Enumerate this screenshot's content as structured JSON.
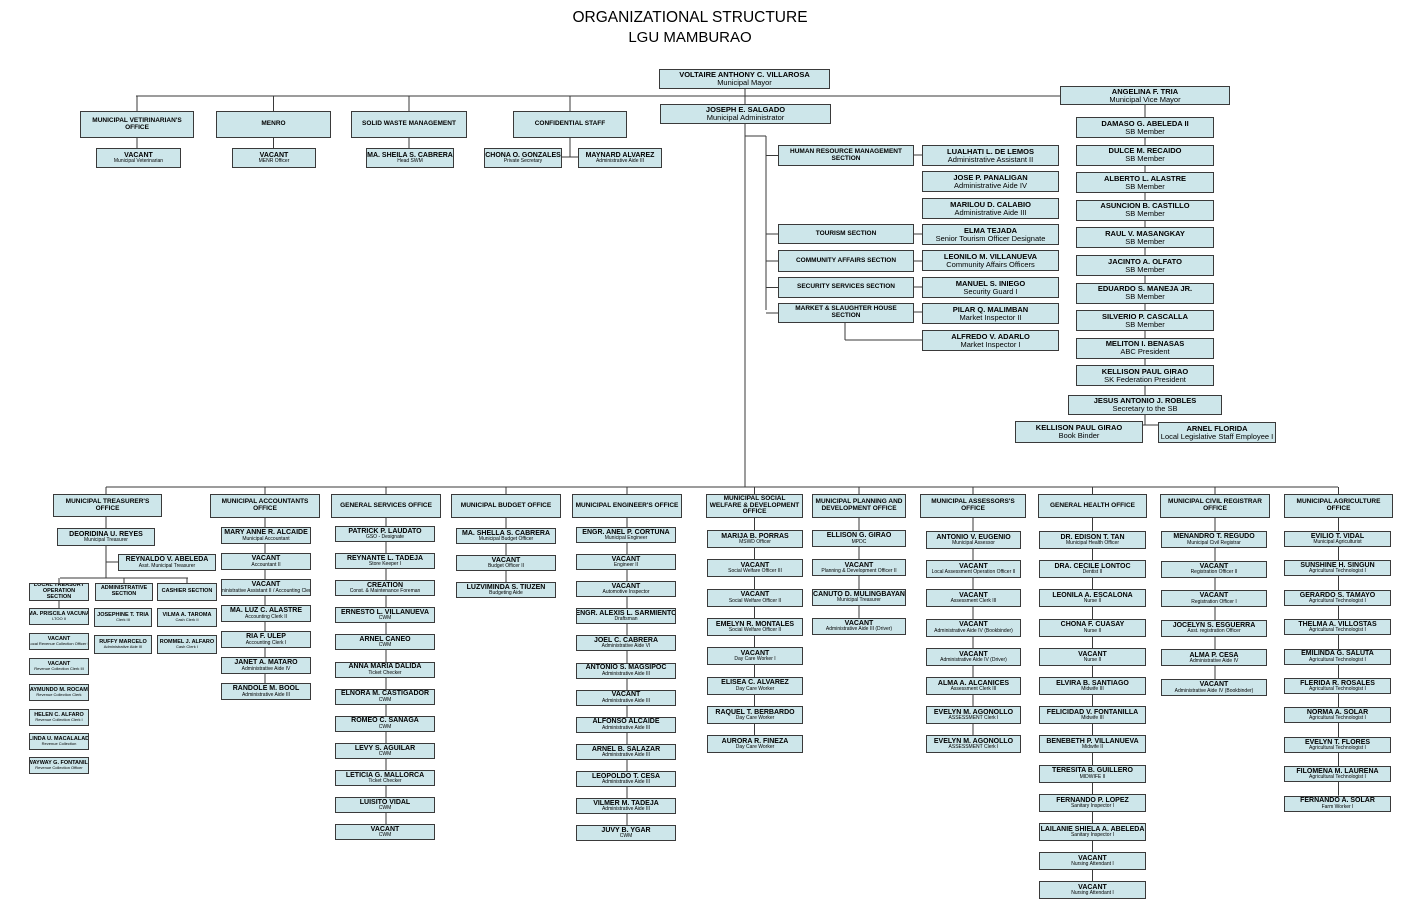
{
  "header": {
    "title": "ORGANIZATIONAL STRUCTURE",
    "subtitle": "LGU MAMBURAO"
  },
  "top": {
    "mayor": {
      "name": "VOLTAIRE ANTHONY C. VILLAROSA",
      "position": "Municipal Mayor"
    },
    "vice_mayor": {
      "name": "ANGELINA F. TRIA",
      "position": "Municipal Vice Mayor"
    },
    "administrator": {
      "name": "JOSEPH E. SALGADO",
      "position": "Municipal Administrator"
    }
  },
  "upper_offices": [
    {
      "name": "MUNICIPAL VETIRINARIAN'S OFFICE",
      "staff": [
        {
          "name": "VACANT",
          "position": "Municipal Veterinarian"
        }
      ]
    },
    {
      "name": "MENRO",
      "staff": [
        {
          "name": "VACANT",
          "position": "MENR Officer"
        }
      ]
    },
    {
      "name": "SOLID WASTE MANAGEMENT",
      "staff": [
        {
          "name": "MA. SHEILA S. CABRERA",
          "position": "Head SWM"
        }
      ]
    },
    {
      "name": "CONFIDENTIAL STAFF",
      "staff": [
        {
          "name": "CHONA O. GONZALES",
          "position": "Private Secretary"
        },
        {
          "name": "MAYNARD ALVAREZ",
          "position": "Administrative Aide III"
        }
      ]
    }
  ],
  "admin_sections": [
    {
      "name": "HUMAN RESOURCE MANAGEMENT SECTION"
    },
    {
      "name": "TOURISM SECTION"
    },
    {
      "name": "COMMUNITY AFFAIRS SECTION"
    },
    {
      "name": "SECURITY SERVICES SECTION"
    },
    {
      "name": "MARKET & SLAUGHTER HOUSE SECTION"
    }
  ],
  "admin_staff": [
    {
      "name": "LUALHATI L. DE LEMOS",
      "position": "Administrative Assistant II"
    },
    {
      "name": "JOSE P. PANALIGAN",
      "position": "Administrative Aide IV"
    },
    {
      "name": "MARILOU D. CALABIO",
      "position": "Administrative Aide III"
    },
    {
      "name": "ELMA TEJADA",
      "position": "Senior Tourism Officer Designate"
    },
    {
      "name": "LEONILO M. VILLANUEVA",
      "position": "Community Affairs Officers"
    },
    {
      "name": "MANUEL S. INIEGO",
      "position": "Security Guard I"
    },
    {
      "name": "PILAR Q. MALIMBAN",
      "position": "Market Inspector II"
    },
    {
      "name": "ALFREDO V. ADARLO",
      "position": "Market Inspector I"
    }
  ],
  "sb_members": [
    {
      "name": "DAMASO G. ABELEDA II",
      "position": "SB Member"
    },
    {
      "name": "DULCE M. RECAIDO",
      "position": "SB Member"
    },
    {
      "name": "ALBERTO L. ALASTRE",
      "position": "SB Member"
    },
    {
      "name": "ASUNCION B. CASTILLO",
      "position": "SB Member"
    },
    {
      "name": "RAUL V. MASANGKAY",
      "position": "SB Member"
    },
    {
      "name": "JACINTO A. OLFATO",
      "position": "SB Member"
    },
    {
      "name": "EDUARDO S. MANEJA JR.",
      "position": "SB Member"
    },
    {
      "name": "SILVERIO P. CASCALLA",
      "position": "SB Member"
    },
    {
      "name": "MELITON I. BENASAS",
      "position": "ABC President"
    },
    {
      "name": "KELLISON PAUL GIRAO",
      "position": "SK Federation President"
    }
  ],
  "sb_secretary": {
    "name": "JESUS ANTONIO J. ROBLES",
    "position": "Secretary to the SB"
  },
  "sb_staff": [
    {
      "name": "KELLISON PAUL GIRAO",
      "position": "Book Binder"
    },
    {
      "name": "ARNEL FLORIDA",
      "position": "Local Legislative Staff Employee I"
    }
  ],
  "treasurer": {
    "office": "MUNICIPAL TREASURER'S OFFICE",
    "head": {
      "name": "DEORIDINA U. REYES",
      "position": "Municipal Treasurer"
    },
    "assistant": {
      "name": "REYNALDO V. ABELEDA",
      "position": "Asst. Municipal Treasurer"
    },
    "sections": [
      "LOCAL TREASURY OPERATION SECTION",
      "ADMINISTRATIVE SECTION",
      "CASHIER SECTION"
    ],
    "local_staff": [
      {
        "name": "MA. PRISCILA VACUNA",
        "position": "LTOO II"
      },
      {
        "name": "VACANT",
        "position": "Local Revenue Collection Officer II"
      },
      {
        "name": "VACANT",
        "position": "Revenue Collection Clerk III"
      },
      {
        "name": "RAYMUNDO M. ROCAMO",
        "position": "Revenue Collection Clerk"
      },
      {
        "name": "HELEN C. ALFARO",
        "position": "Revenue Collection Clerk I"
      },
      {
        "name": "LINDA U. MACALALAD",
        "position": "Revenue Collection"
      },
      {
        "name": "LIWAYWAY G. FONTANILLA",
        "position": "Revenue Collection Officer"
      }
    ],
    "admin_staff": [
      {
        "name": "JOSEPHINE T. TRIA",
        "position": "Clerk III"
      },
      {
        "name": "RUFFY MARCELO",
        "position": "Administrative Aide III"
      }
    ],
    "cashier_staff": [
      {
        "name": "VILMA A. TAROMA",
        "position": "Cash Clerk II"
      },
      {
        "name": "ROMMEL J. ALFARO",
        "position": "Cash Clerk I"
      }
    ]
  },
  "offices": [
    {
      "name": "MUNICIPAL ACCOUNTANTS OFFICE",
      "staff": [
        {
          "name": "MARY ANNE R. ALCAIDE",
          "position": "Municipal Accountant"
        },
        {
          "name": "VACANT",
          "position": "Accountant II"
        },
        {
          "name": "VACANT",
          "position": "Administrative Assistant II / Accounting Clerk II"
        },
        {
          "name": "MA. LUZ C. ALASTRE",
          "position": "Accounting Clerk II"
        },
        {
          "name": "RIA F. ULEP",
          "position": "Accounting Clerk I"
        },
        {
          "name": "JANET A. MATARO",
          "position": "Administrative Aide IV"
        },
        {
          "name": "RANDOLE M. BOOL",
          "position": "Administrative Aide III"
        }
      ]
    },
    {
      "name": "GENERAL SERVICES OFFICE",
      "staff": [
        {
          "name": "PATRICK P. LAUDATO",
          "position": "GSO - Designate"
        },
        {
          "name": "REYNANTE L. TADEJA",
          "position": "Store Keeper I"
        },
        {
          "name": "CREATION",
          "position": "Const. & Maintenance Foreman"
        },
        {
          "name": "ERNESTO L. VILLANUEVA",
          "position": "CWM"
        },
        {
          "name": "ARNEL CANEO",
          "position": "CWM"
        },
        {
          "name": "ANNA MARIA DALIDA",
          "position": "Ticket Checker"
        },
        {
          "name": "ELNORA M. CASTIGADOR",
          "position": "CWM"
        },
        {
          "name": "ROMEO C. SANAGA",
          "position": "CWM"
        },
        {
          "name": "LEVY S. AGUILAR",
          "position": "CWM"
        },
        {
          "name": "LETICIA G. MALLORCA",
          "position": "Ticket Checker"
        },
        {
          "name": "LUISITO VIDAL",
          "position": "CWM"
        },
        {
          "name": "VACANT",
          "position": "CWM"
        }
      ]
    },
    {
      "name": "MUNICIPAL BUDGET OFFICE",
      "staff": [
        {
          "name": "MA. SHELLA S. CABRERA",
          "position": "Municipal Budget Officer"
        },
        {
          "name": "VACANT",
          "position": "Budget Officer II"
        },
        {
          "name": "LUZVIMINDA S. TIUZEN",
          "position": "Budgeting Aide"
        }
      ]
    },
    {
      "name": "MUNICIPAL ENGINEER'S OFFICE",
      "staff": [
        {
          "name": "ENGR. ANEL P. CORTUNA",
          "position": "Municipal Engineer"
        },
        {
          "name": "VACANT",
          "position": "Engineer II"
        },
        {
          "name": "VACANT",
          "position": "Automotive Inspector"
        },
        {
          "name": "ENGR. ALEXIS L. SARMIENTO",
          "position": "Draftsman"
        },
        {
          "name": "JOEL C. CABRERA",
          "position": "Administrative Aide VI"
        },
        {
          "name": "ANTONIO S. MAGSIPOC",
          "position": "Administrative Aide III"
        },
        {
          "name": "VACANT",
          "position": "Administrative Aide III"
        },
        {
          "name": "ALFONSO ALCAIDE",
          "position": "Administrative Aide III"
        },
        {
          "name": "ARNEL B. SALAZAR",
          "position": "Administrative Aide III"
        },
        {
          "name": "LEOPOLDO T. CESA",
          "position": "Administrative Aide III"
        },
        {
          "name": "VILMER M. TADEJA",
          "position": "Administrative Aide III"
        },
        {
          "name": "JUVY B. YGAR",
          "position": "CWM"
        }
      ]
    },
    {
      "name": "MUNICIPAL SOCIAL WELFARE & DEVELOPMENT OFFICE",
      "staff": [
        {
          "name": "MARIJA B. PORRAS",
          "position": "MSWD Officer"
        },
        {
          "name": "VACANT",
          "position": "Social Welfare Officer III"
        },
        {
          "name": "VACANT",
          "position": "Social Welfare Officer II"
        },
        {
          "name": "EMELYN R. MONTALES",
          "position": "Social Welfare Officer II"
        },
        {
          "name": "VACANT",
          "position": "Day Care Worker I"
        },
        {
          "name": "ELISEA C. ALVAREZ",
          "position": "Day Care Worker"
        },
        {
          "name": "RAQUEL T. BERBARDO",
          "position": "Day Care Worker"
        },
        {
          "name": "AURORA R. FINEZA",
          "position": "Day Care Worker"
        }
      ]
    },
    {
      "name": "MUNICIPAL PLANNING AND DEVELOPMENT OFFICE",
      "staff": [
        {
          "name": "ELLISON G. GIRAO",
          "position": "MPDC"
        },
        {
          "name": "VACANT",
          "position": "Planning & Development Officer II"
        },
        {
          "name": "CANUTO D. MULINGBAYAN",
          "position": "Municipal Treasurer"
        },
        {
          "name": "VACANT",
          "position": "Administrative Aide III (Driver)"
        }
      ]
    },
    {
      "name": "MUNICIPAL ASSESSORS'S OFFICE",
      "staff": [
        {
          "name": "ANTONIO V. EUGENIO",
          "position": "Municipal Assessor"
        },
        {
          "name": "VACANT",
          "position": "Local Assessment Operation Officer II"
        },
        {
          "name": "VACANT",
          "position": "Assessment Clerk III"
        },
        {
          "name": "VACANT",
          "position": "Administrative Aide IV (Bookbinder)"
        },
        {
          "name": "VACANT",
          "position": "Administrative Aide IV (Driver)"
        },
        {
          "name": "ALMA A. ALCANICES",
          "position": "Assessment Clerk III"
        },
        {
          "name": "EVELYN M. AGONOLLO",
          "position": "ASSESSMENT Clerk I"
        },
        {
          "name": "EVELYN M. AGONOLLO",
          "position": "ASSESSMENT Clerk I"
        }
      ]
    },
    {
      "name": "GENERAL HEALTH OFFICE",
      "staff": [
        {
          "name": "DR. EDISON T. TAN",
          "position": "Municipal Health Officer"
        },
        {
          "name": "DRA. CECILE LONTOC",
          "position": "Dentist II"
        },
        {
          "name": "LEONILA A. ESCALONA",
          "position": "Nurse II"
        },
        {
          "name": "CHONA F. CUASAY",
          "position": "Nurse II"
        },
        {
          "name": "VACANT",
          "position": "Nurse II"
        },
        {
          "name": "ELVIRA B. SANTIAGO",
          "position": "Midwife III"
        },
        {
          "name": "FELICIDAD V. FONTANILLA",
          "position": "Midwife III"
        },
        {
          "name": "BENEBETH P. VILLANUEVA",
          "position": "Midwife II"
        },
        {
          "name": "TERESITA B. GUILLERO",
          "position": "MIDWIFE II"
        },
        {
          "name": "FERNANDO P. LOPEZ",
          "position": "Sanitary Inspector I"
        },
        {
          "name": "LAILANIE SHIELA A. ABELEDA",
          "position": "Sanitary Inspector I"
        },
        {
          "name": "VACANT",
          "position": "Nursing Attendant I"
        },
        {
          "name": "VACANT",
          "position": "Nursing Attendant I"
        }
      ]
    },
    {
      "name": "MUNICIPAL CIVIL REGISTRAR OFFICE",
      "staff": [
        {
          "name": "MENANDRO T. REGUDO",
          "position": "Municipal Civil Registrar"
        },
        {
          "name": "VACANT",
          "position": "Registration Officer II"
        },
        {
          "name": "VACANT",
          "position": "Registration Officer I"
        },
        {
          "name": "JOCELYN S. ESGUERRA",
          "position": "Asst. registration Officer"
        },
        {
          "name": "ALMA P. CESA",
          "position": "Administrative Aide IV"
        },
        {
          "name": "VACANT",
          "position": "Administrative Aide IV (Bookbinder)"
        }
      ]
    },
    {
      "name": "MUNICIPAL AGRICULTURE OFFICE",
      "staff": [
        {
          "name": "EVILIO T. VIDAL",
          "position": "Municipal Agriculturist"
        },
        {
          "name": "SUNSHINE H. SINGUN",
          "position": "Agricultural Technologist I"
        },
        {
          "name": "GERARDO S. TAMAYO",
          "position": "Agricultural Technologist I"
        },
        {
          "name": "THELMA A. VILLOSTAS",
          "position": "Agricultural Technologist I"
        },
        {
          "name": "EMILINDA G. SALUTA",
          "position": "Agricultural Technologist I"
        },
        {
          "name": "FLERIDA R. ROSALES",
          "position": "Agricultural Technologist I"
        },
        {
          "name": "NORMA A. SOLAR",
          "position": "Agricultural Technologist I"
        },
        {
          "name": "EVELYN T. FLORES",
          "position": "Agricultural Technologist I"
        },
        {
          "name": "FILOMENA M. LAURENA",
          "position": "Agricultural Technologist I"
        },
        {
          "name": "FERNANDO A. SOLAR",
          "position": "Farm Worker I"
        }
      ]
    }
  ]
}
